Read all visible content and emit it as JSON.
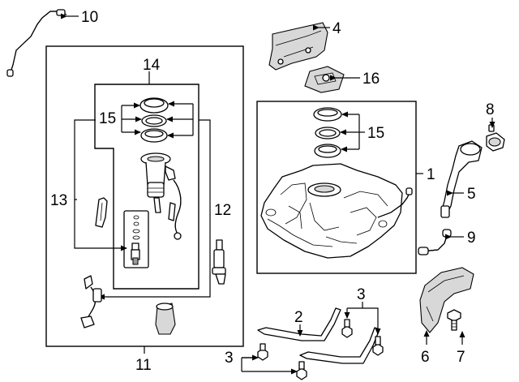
{
  "callouts": {
    "c1": "1",
    "c2": "2",
    "c3a": "3",
    "c3b": "3",
    "c4": "4",
    "c5": "5",
    "c6": "6",
    "c7": "7",
    "c8": "8",
    "c9": "9",
    "c10": "10",
    "c11": "11",
    "c12": "12",
    "c13": "13",
    "c14": "14",
    "c15a": "15",
    "c15b": "15",
    "c16": "16"
  }
}
